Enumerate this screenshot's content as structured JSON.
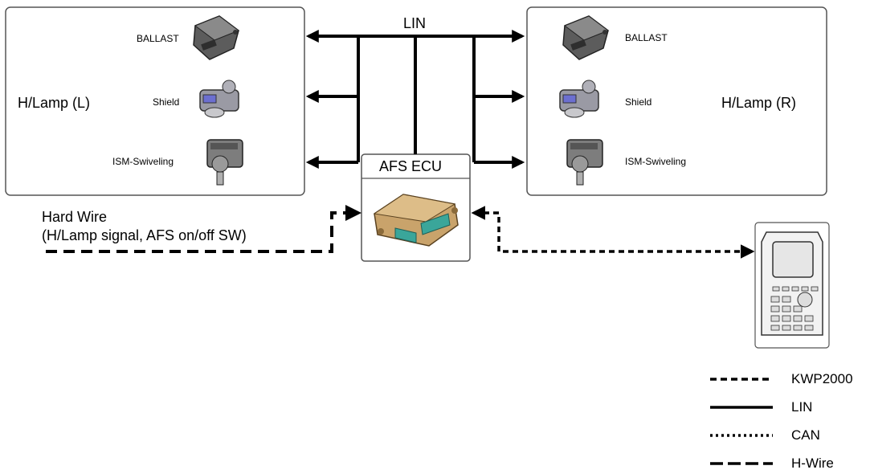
{
  "bus_label": "LIN",
  "left_lamp": {
    "title": "H/Lamp (L)",
    "components": [
      "BALLAST",
      "Shield",
      "ISM-Swiveling"
    ]
  },
  "right_lamp": {
    "title": "H/Lamp (R)",
    "components": [
      "BALLAST",
      "Shield",
      "ISM-Swiveling"
    ]
  },
  "ecu": {
    "title": "AFS ECU"
  },
  "hard_wire": {
    "line1": "Hard Wire",
    "line2": "(H/Lamp signal, AFS on/off SW)"
  },
  "legend": [
    {
      "label": "KWP2000",
      "style": "dashed"
    },
    {
      "label": "LIN",
      "style": "solid"
    },
    {
      "label": "CAN",
      "style": "dotted"
    },
    {
      "label": "H-Wire",
      "style": "long-dash"
    }
  ],
  "colors": {
    "line": "#000000",
    "ecu_body": "#c9a36b",
    "connector": "#3aa69a",
    "box_border": "#555555"
  },
  "icons": [
    "ballast-module-icon",
    "shield-actuator-icon",
    "swivel-motor-icon",
    "ecu-module-icon",
    "diagnostic-scanner-icon"
  ]
}
